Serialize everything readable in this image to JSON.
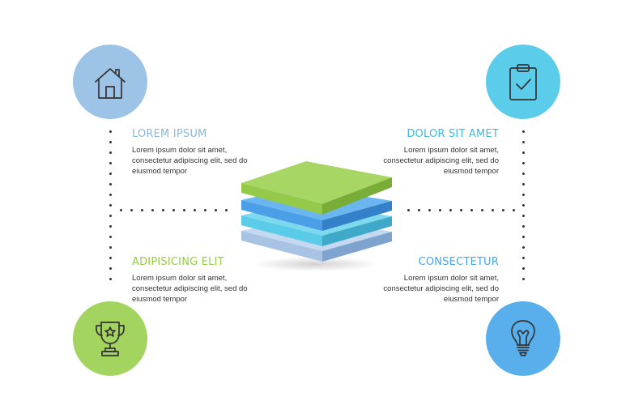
{
  "colors": {
    "blue_light": "#9DC3E6",
    "cyan": "#5BCDEB",
    "green": "#A4D460",
    "blue": "#59AEEC",
    "title_blue_light": "#8BB8DB",
    "title_cyan": "#3DBBDE",
    "title_green": "#97CC45",
    "title_blue": "#48A6E6",
    "dots": "#333333",
    "icon_stroke": "#333333"
  },
  "icons": {
    "top_left": "house-icon",
    "top_right": "clipboard-check-icon",
    "bottom_left": "trophy-star-icon",
    "bottom_right": "lightbulb-icon",
    "center": "stacked-layers-icon"
  },
  "blocks": {
    "top_left": {
      "title": "LOREM IPSUM",
      "line1": "Lorem ipsum dolor sit amet,",
      "line2": "consectetur adipiscing elit, sed do",
      "line3": "eiusmod tempor"
    },
    "top_right": {
      "title": "DOLOR SIT AMET",
      "line1": "Lorem ipsum dolor sit amet,",
      "line2": "consectetur adipiscing elit, sed do",
      "line3": "eiusmod tempor"
    },
    "bottom_left": {
      "title": "ADIPISICING ELIT",
      "line1": "Lorem ipsum dolor sit amet,",
      "line2": "consectetur adipiscing elit, sed do",
      "line3": "eiusmod tempor"
    },
    "bottom_right": {
      "title": "CONSECTETUR",
      "line1": "Lorem ipsum dolor sit amet,",
      "line2": "consectetur adipiscing elit, sed do",
      "line3": "eiusmod tempor"
    }
  }
}
